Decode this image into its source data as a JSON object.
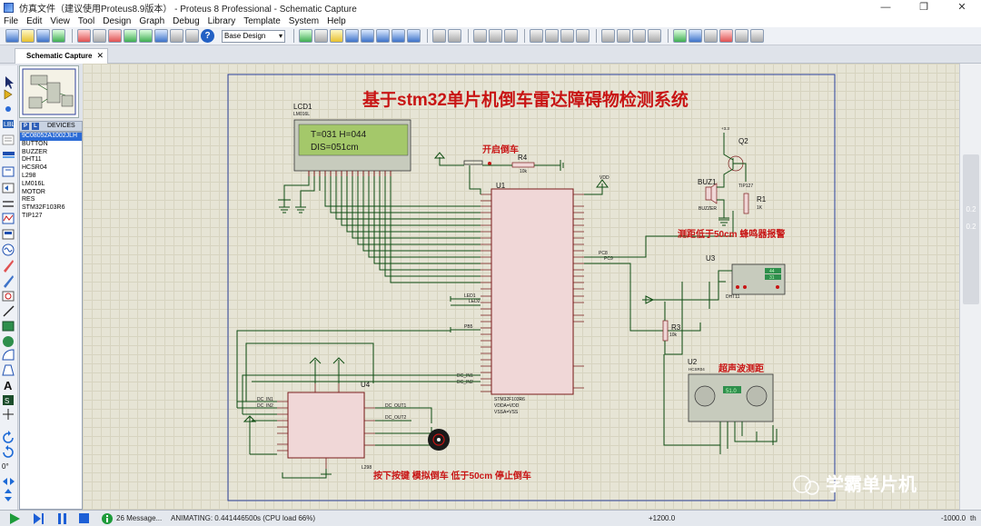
{
  "window": {
    "title": "仿真文件（建议使用Proteus8.9版本） - Proteus 8 Professional - Schematic Capture",
    "minimize": "—",
    "maximize": "❐",
    "close": "✕"
  },
  "menu": [
    "File",
    "Edit",
    "View",
    "Tool",
    "Design",
    "Graph",
    "Debug",
    "Library",
    "Template",
    "System",
    "Help"
  ],
  "toolbar": {
    "style_select": "Base Design",
    "help": "?"
  },
  "tab": {
    "label": "Schematic Capture",
    "close": "✕"
  },
  "devices_panel": {
    "p_label": "P",
    "l_label": "L",
    "header": "DEVICES",
    "items": [
      "9C08052A1002JLH",
      "BUTTON",
      "BUZZER",
      "DHT11",
      "HCSR04",
      "L298",
      "LM016L",
      "MOTOR",
      "RES",
      "STM32F103R6",
      "TIP127"
    ],
    "selected_index": 0
  },
  "left_panel": {
    "rotation_value": "0°"
  },
  "schematic": {
    "title": "基于stm32单片机倒车雷达障碍物检测系统",
    "lcd": {
      "ref": "LCD1",
      "part": "LM016L",
      "line1": "T=031 H=044",
      "line2": "DIS=051cm"
    },
    "reverse_switch_label": "开启倒车",
    "r4": {
      "ref": "R4",
      "value": "10k"
    },
    "vdd": "VDD",
    "mcu": {
      "ref": "U1",
      "part": "STM32F103R6",
      "power_note1": "VDDA=VDD",
      "power_note2": "VSSA=VSS"
    },
    "q2": {
      "ref": "Q2",
      "part": "TIP127",
      "supply": "+3.3"
    },
    "buzzer": {
      "ref": "BUZ1",
      "part": "BUZZER"
    },
    "r1": {
      "ref": "R1",
      "value": "1K"
    },
    "buzzer_note": "测距低于50cm 蜂鸣器报警",
    "u3": {
      "ref": "U3",
      "part": "DHT11",
      "display1": "44",
      "display2": "31"
    },
    "r3": {
      "ref": "R3",
      "value": "10k"
    },
    "u2": {
      "ref": "U2",
      "part": "HCSR04",
      "reading": "51.0"
    },
    "ultrasonic_label": "超声波测距",
    "u4": {
      "ref": "U4",
      "part": "L298"
    },
    "bottom_note": "按下按键 模拟倒车  低于50cm  停止倒车",
    "net_labels": [
      "LED1",
      "LED2",
      "PB5",
      "DC_IN1",
      "DC_IN2",
      "PC8",
      "PC9",
      "DC_OUT1",
      "DC_OUT2"
    ],
    "watermark": "学霸单片机"
  },
  "scroll_indicator": {
    "top": "0.2",
    "bottom": "0.2"
  },
  "status": {
    "messages": "26 Message...",
    "animating": "ANIMATING: 0.441446500s (CPU load 66%)",
    "coord_x": "+1200.0",
    "coord_y": "-1000.0",
    "unit": "th"
  },
  "colors": {
    "canvas": "#e6e4d5",
    "wire": "#0e4d12",
    "component_fill": "#f0d7d7",
    "component_border": "#7a1b1b",
    "title_red": "#c81414",
    "lcd_green": "#a4c86a",
    "selection_blue": "#2b6bd6"
  }
}
